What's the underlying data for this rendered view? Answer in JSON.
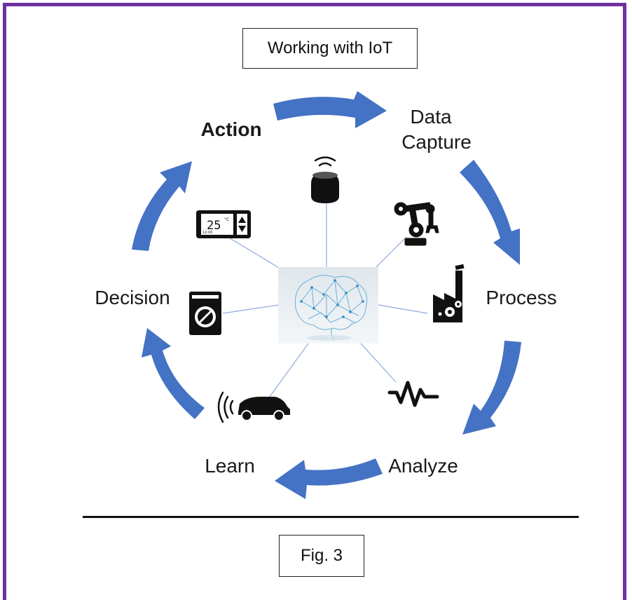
{
  "title": "Working with IoT",
  "caption": "Fig. 3",
  "cycle": {
    "steps": [
      {
        "id": "action",
        "label": "Action",
        "emphasis": "bold"
      },
      {
        "id": "data-capture",
        "label": "Data Capture",
        "lines": [
          "Data",
          "Capture"
        ]
      },
      {
        "id": "process",
        "label": "Process"
      },
      {
        "id": "analyze",
        "label": "Analyze"
      },
      {
        "id": "learn",
        "label": "Learn"
      },
      {
        "id": "decision",
        "label": "Decision"
      }
    ],
    "direction": "clockwise",
    "arrow_color": "#4472c4"
  },
  "center": {
    "icon": "brain-network-icon"
  },
  "devices": [
    {
      "icon": "smart-speaker-icon"
    },
    {
      "icon": "robot-arm-icon"
    },
    {
      "icon": "factory-gear-icon"
    },
    {
      "icon": "heartbeat-pulse-icon"
    },
    {
      "icon": "connected-car-icon"
    },
    {
      "icon": "washing-machine-icon"
    },
    {
      "icon": "thermostat-icon",
      "display_text": "25",
      "unit": "°C",
      "small_text": "12:00"
    }
  ],
  "colors": {
    "border": "#7030a0",
    "arrow": "#4472c4",
    "spoke": "#8eaadb"
  }
}
